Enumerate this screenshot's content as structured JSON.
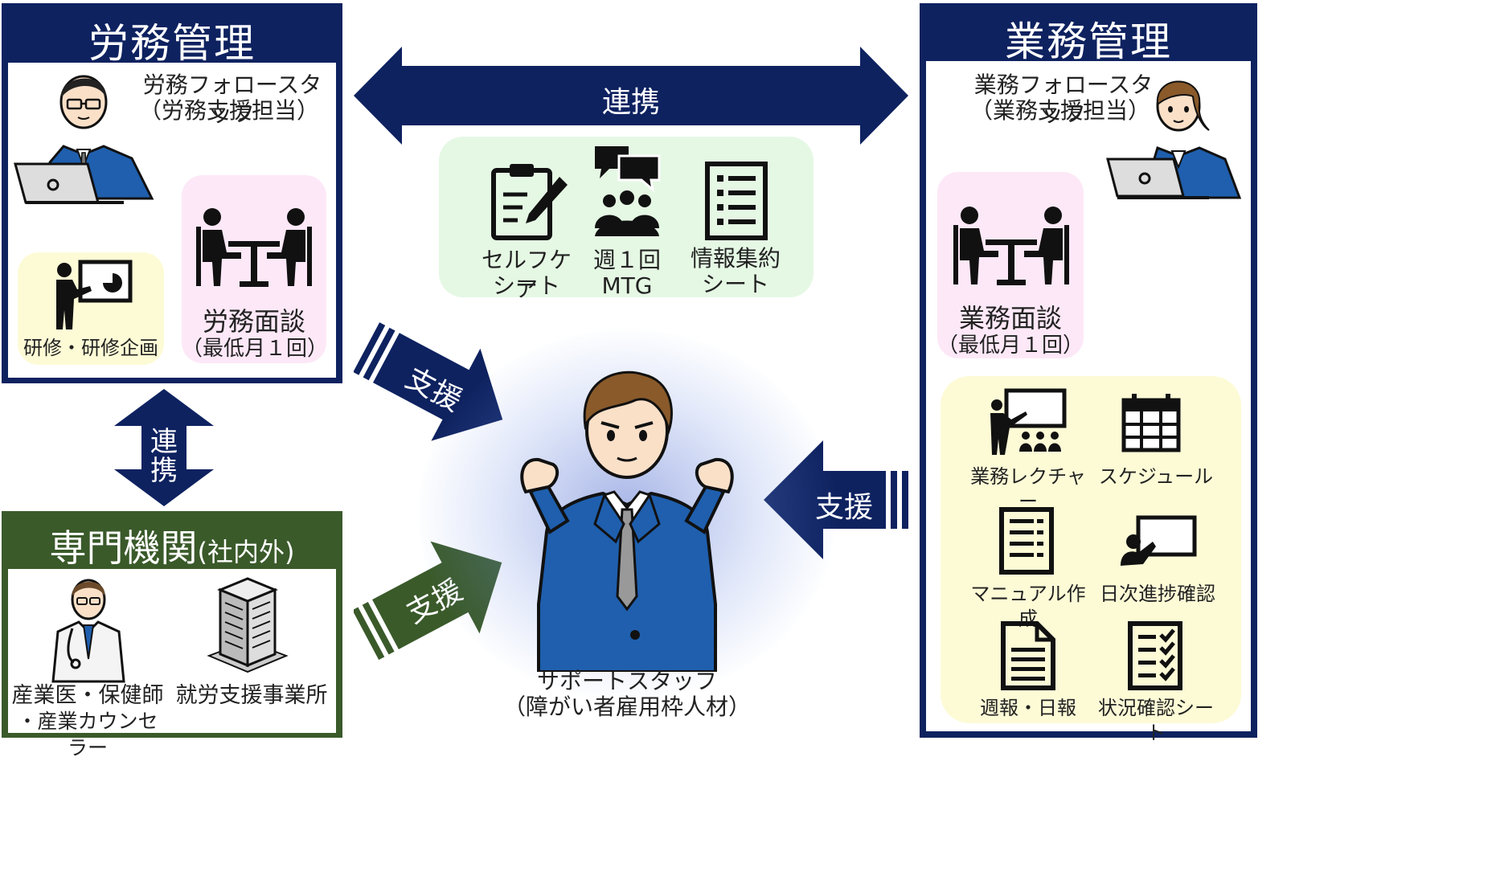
{
  "roumu": {
    "title": "労務管理",
    "staff_line1": "労務フォロースタッフ",
    "staff_line2": "（労務支援担当）",
    "training_label": "研修・研修企画",
    "interview_line1": "労務面談",
    "interview_line2": "（最低月１回）"
  },
  "gyomu": {
    "title": "業務管理",
    "staff_line1": "業務フォロースタッフ",
    "staff_line2": "（業務支援担当）",
    "interview_line1": "業務面談",
    "interview_line2": "（最低月１回）",
    "tools": [
      "業務レクチャー",
      "スケジュール",
      "マニュアル作成",
      "日次進捗確認",
      "週報・日報",
      "状況確認シート"
    ]
  },
  "renkei": {
    "top_label": "連携",
    "side_char1": "連",
    "side_char2": "携"
  },
  "shared": {
    "items": [
      {
        "line1": "セルフケア",
        "line2": "シート"
      },
      {
        "line1": "週１回",
        "line2": "MTG"
      },
      {
        "line1": "情報集約",
        "line2": "シート"
      }
    ]
  },
  "support": {
    "label": "支援"
  },
  "senmon": {
    "title_main": "専門機関",
    "title_sub": "(社内外)",
    "doctor_line1": "産業医・保健師",
    "doctor_line2": "・産業カウンセラー",
    "office_label": "就労支援事業所"
  },
  "center": {
    "line1": "サポートスタッフ",
    "line2": "（障がい者雇用枠人材）"
  },
  "colors": {
    "navy": "#0e2260",
    "green": "#3a5a2a",
    "pink": "#fde8f7",
    "yellow": "#fdfbd6",
    "mint": "#e5f8e4",
    "suit": "#1f5fae"
  }
}
